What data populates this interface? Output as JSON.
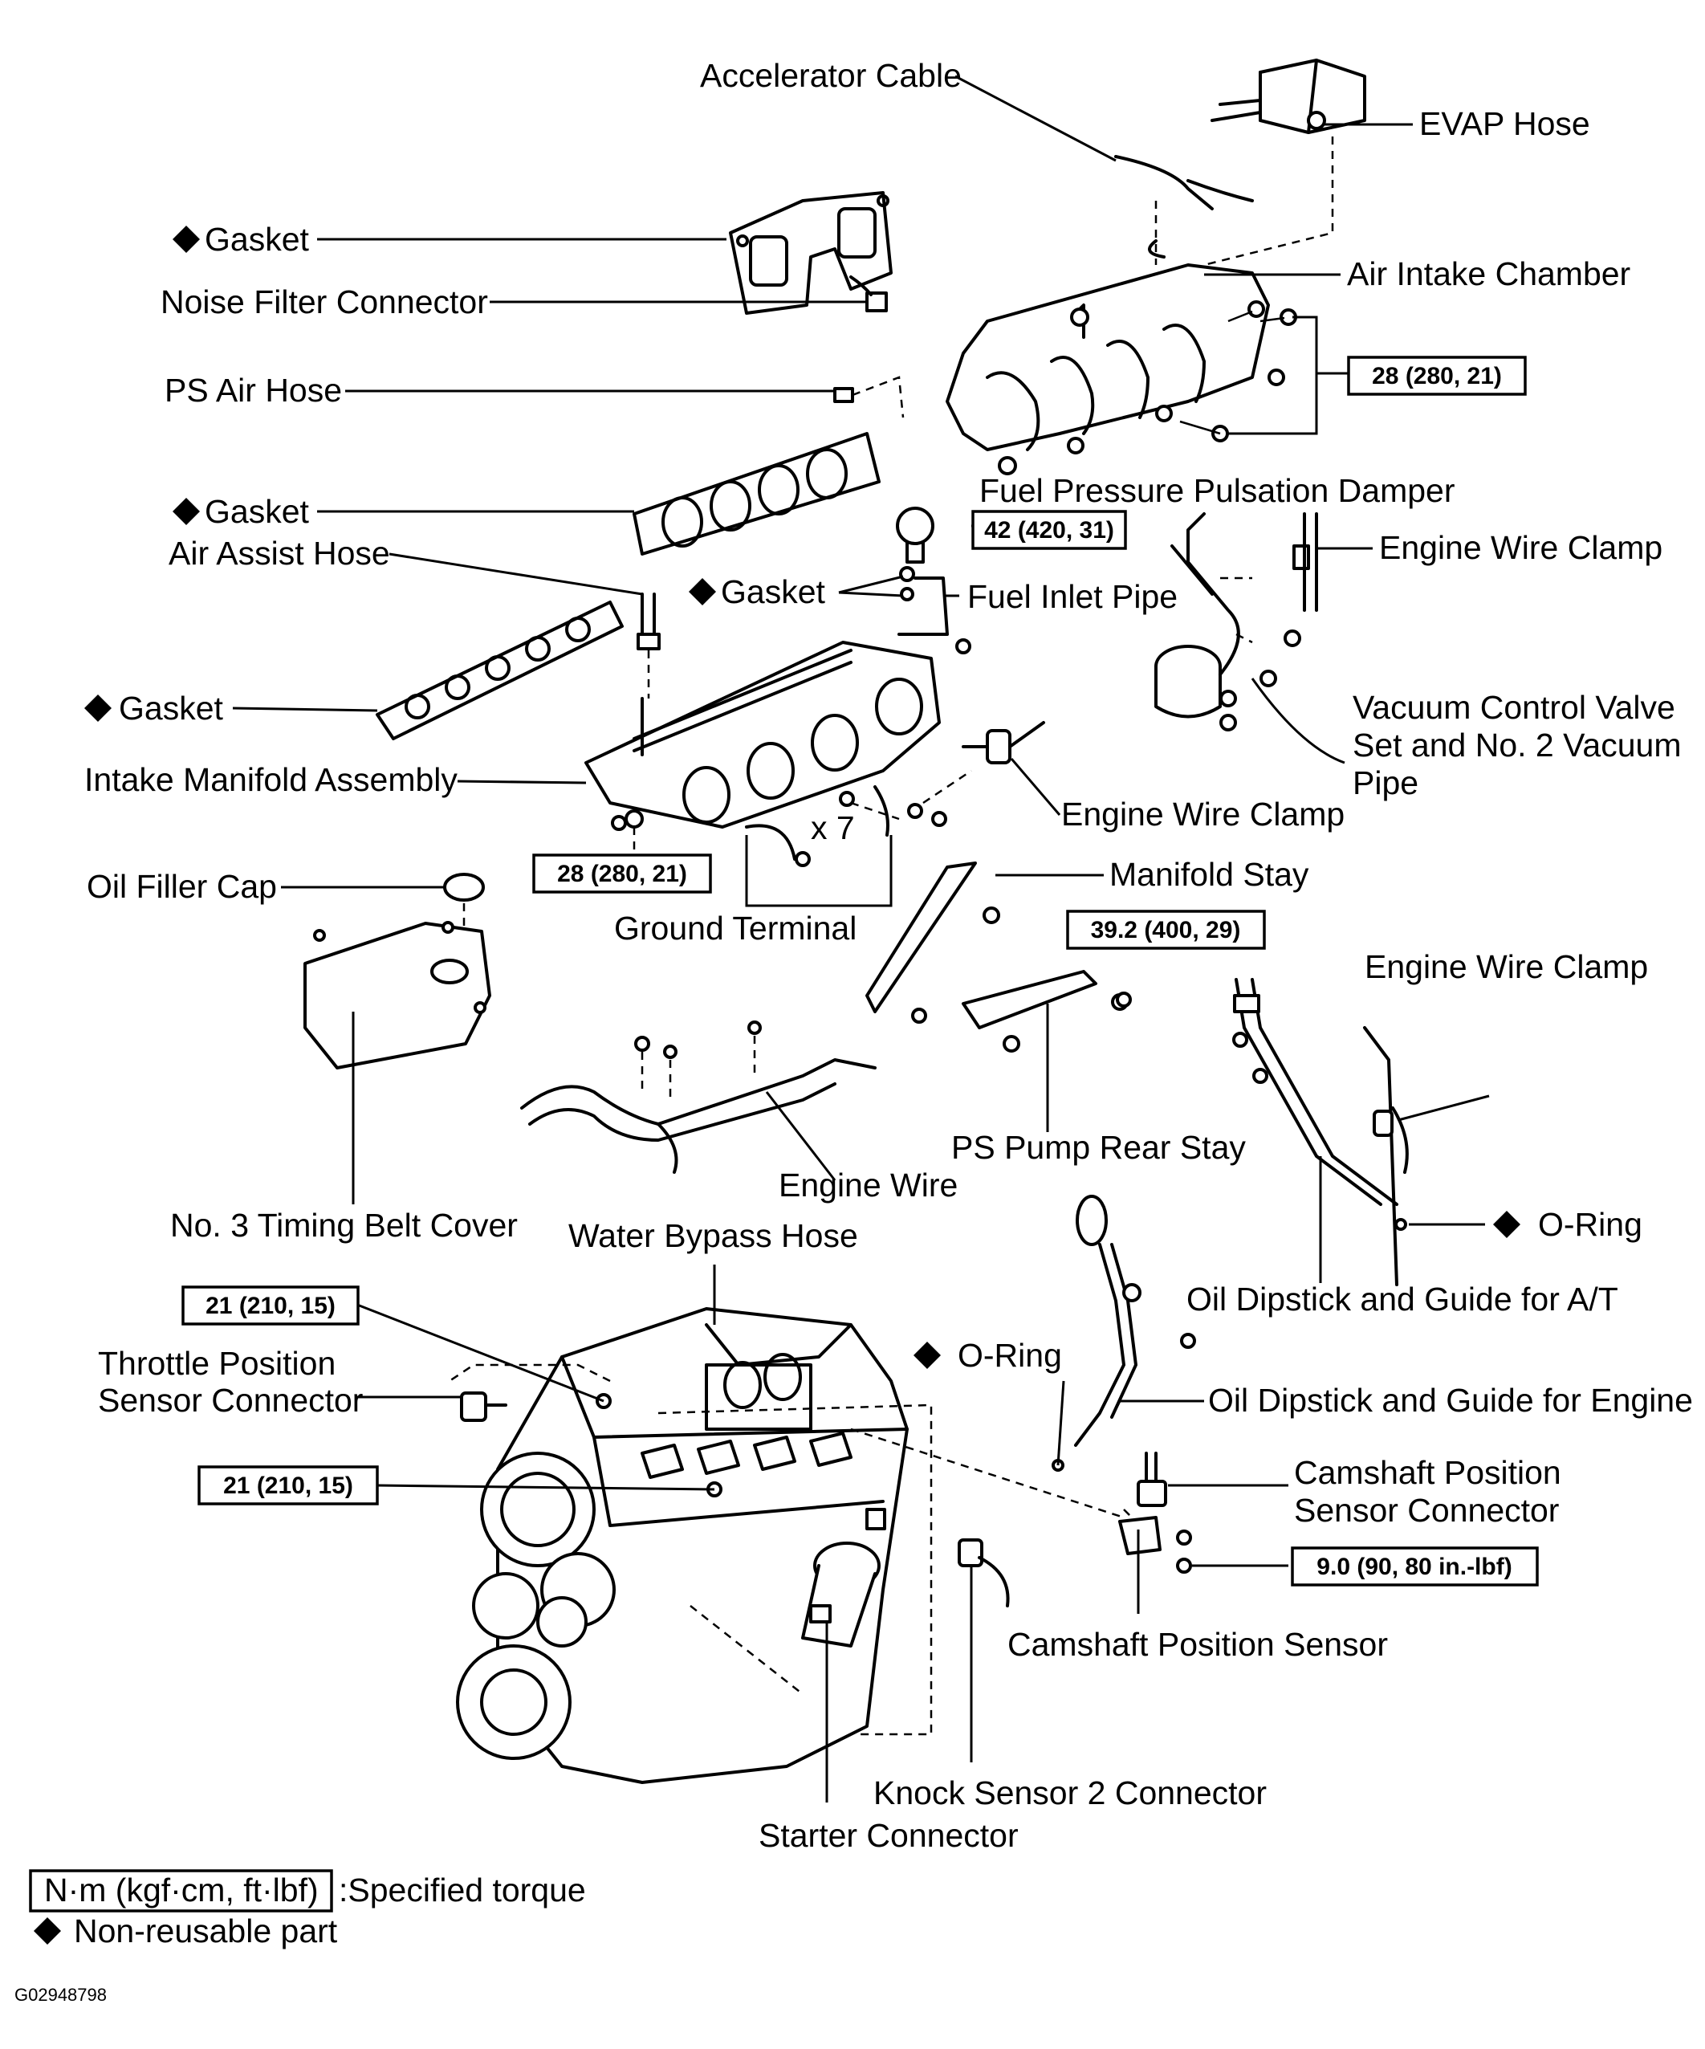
{
  "labels": {
    "accelerator_cable": "Accelerator Cable",
    "evap_hose": "EVAP Hose",
    "gasket": "Gasket",
    "noise_filter_connector": "Noise Filter Connector",
    "air_intake_chamber": "Air Intake Chamber",
    "ps_air_hose": "PS Air Hose",
    "fuel_pressure_pulsation_damper": "Fuel Pressure Pulsation Damper",
    "air_assist_hose": "Air Assist Hose",
    "engine_wire_clamp": "Engine Wire Clamp",
    "fuel_inlet_pipe": "Fuel Inlet Pipe",
    "vacuum_control_valve_line1": "Vacuum Control Valve",
    "vacuum_control_valve_line2": "Set and No. 2 Vacuum",
    "vacuum_control_valve_line3": "Pipe",
    "intake_manifold_assembly": "Intake Manifold Assembly",
    "x7": "x 7",
    "oil_filler_cap": "Oil Filler Cap",
    "manifold_stay": "Manifold Stay",
    "ground_terminal": "Ground Terminal",
    "ps_pump_rear_stay": "PS Pump Rear Stay",
    "engine_wire": "Engine Wire",
    "no3_timing_belt_cover": "No. 3 Timing Belt Cover",
    "water_bypass_hose": "Water Bypass Hose",
    "o_ring": "O-Ring",
    "oil_dipstick_at": "Oil Dipstick and Guide for A/T",
    "throttle_position_sensor_line1": "Throttle Position",
    "throttle_position_sensor_line2": "Sensor Connector",
    "oil_dipstick_engine": "Oil Dipstick and Guide for Engine",
    "camshaft_position_sensor_connector_line1": "Camshaft Position",
    "camshaft_position_sensor_connector_line2": "Sensor Connector",
    "camshaft_position_sensor": "Camshaft Position Sensor",
    "knock_sensor_2_connector": "Knock Sensor 2 Connector",
    "starter_connector": "Starter Connector"
  },
  "torques": {
    "t28_a": "28 (280, 21)",
    "t42": "42 (420, 31)",
    "t28_b": "28 (280, 21)",
    "t39": "39.2 (400, 29)",
    "t21_a": "21 (210, 15)",
    "t21_b": "21 (210, 15)",
    "t9": "9.0 (90, 80 in.-lbf)"
  },
  "legend": {
    "torque_unit": "N·m (kgf·cm, ft·lbf)",
    "torque_desc": ":Specified torque",
    "non_reusable": "Non-reusable part"
  },
  "figure_code": "G02948798",
  "icons": {
    "non_reusable_marker": "diamond-icon"
  }
}
